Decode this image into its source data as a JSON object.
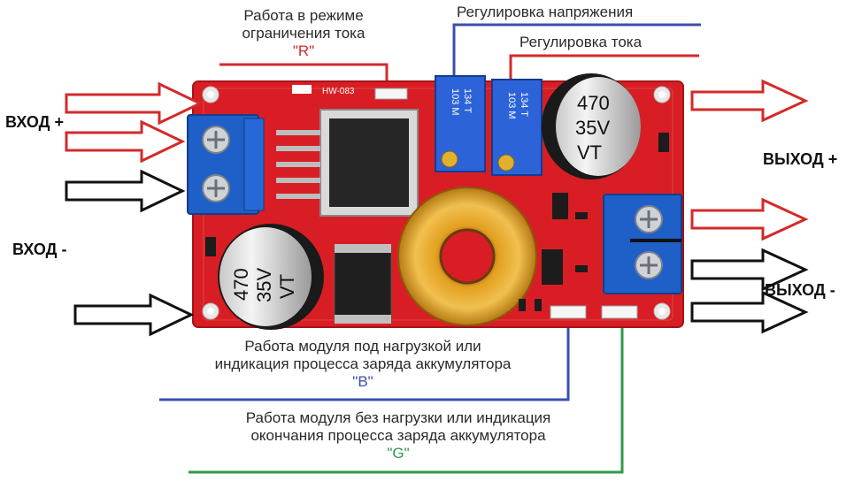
{
  "labels": {
    "current_limit": {
      "line1": "Работа в режиме",
      "line2": "ограничения тока",
      "code": "\"R\""
    },
    "voltage_adjust": "Регулировка напряжения",
    "current_adjust": "Регулировка тока",
    "load_indication": {
      "line1": "Работа модуля под нагрузкой или",
      "line2": "индикация процесса заряда аккумулятора",
      "code": "\"B\""
    },
    "noload_indication": {
      "line1": "Работа модуля без нагрузки или индикация",
      "line2": "окончания процесса заряда аккумулятора",
      "code": "\"G\""
    },
    "input_plus": "ВХОД +",
    "input_minus": "ВХОД -",
    "output_plus": "ВЫХОД +",
    "output_minus": "ВЫХОД -"
  },
  "board": {
    "model": "HW-083",
    "capacitor_text": [
      "470",
      "35V",
      "VT"
    ],
    "trimmer_text": [
      "134",
      "T",
      "103",
      "M"
    ]
  },
  "colors": {
    "red_label": "#d32a2a",
    "blue_label": "#3b4fb0",
    "green_label": "#2e9a4a",
    "pcb": "#d81e24",
    "terminal": "#1f5fc8"
  }
}
